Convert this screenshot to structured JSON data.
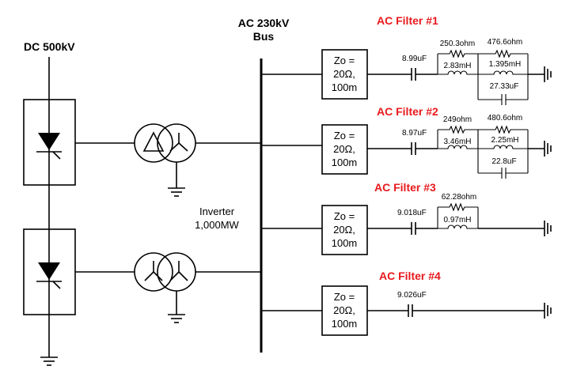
{
  "labels": {
    "dc": "DC 500kV",
    "bus_line1": "AC 230kV",
    "bus_line2": "Bus",
    "inverter_line1": "Inverter",
    "inverter_line2": "1,000MW"
  },
  "lines": [
    {
      "zo1": "Zo =",
      "zo2": "20Ω,",
      "zo3": "100m"
    },
    {
      "zo1": "Zo =",
      "zo2": "20Ω,",
      "zo3": "100m"
    },
    {
      "zo1": "Zo =",
      "zo2": "20Ω,",
      "zo3": "100m"
    },
    {
      "zo1": "Zo =",
      "zo2": "20Ω,",
      "zo3": "100m"
    }
  ],
  "filters": [
    {
      "title": "AC Filter  #1",
      "cap": "8.99uF",
      "r1": "250.3ohm",
      "l1": "2.83mH",
      "r2": "476.6ohm",
      "l2": "1.395mH",
      "c2": "27.33uF"
    },
    {
      "title": "AC Filter  #2",
      "cap": "8.97uF",
      "r1": "249ohm",
      "l1": "3.46mH",
      "r2": "480.6ohm",
      "l2": "2.25mH",
      "c2": "22.8uF"
    },
    {
      "title": "AC Filter  #3",
      "cap": "9.018uF",
      "r1": "62.28ohm",
      "l1": "0.97mH"
    },
    {
      "title": "AC Filter  #4",
      "cap": "9.026uF"
    }
  ]
}
